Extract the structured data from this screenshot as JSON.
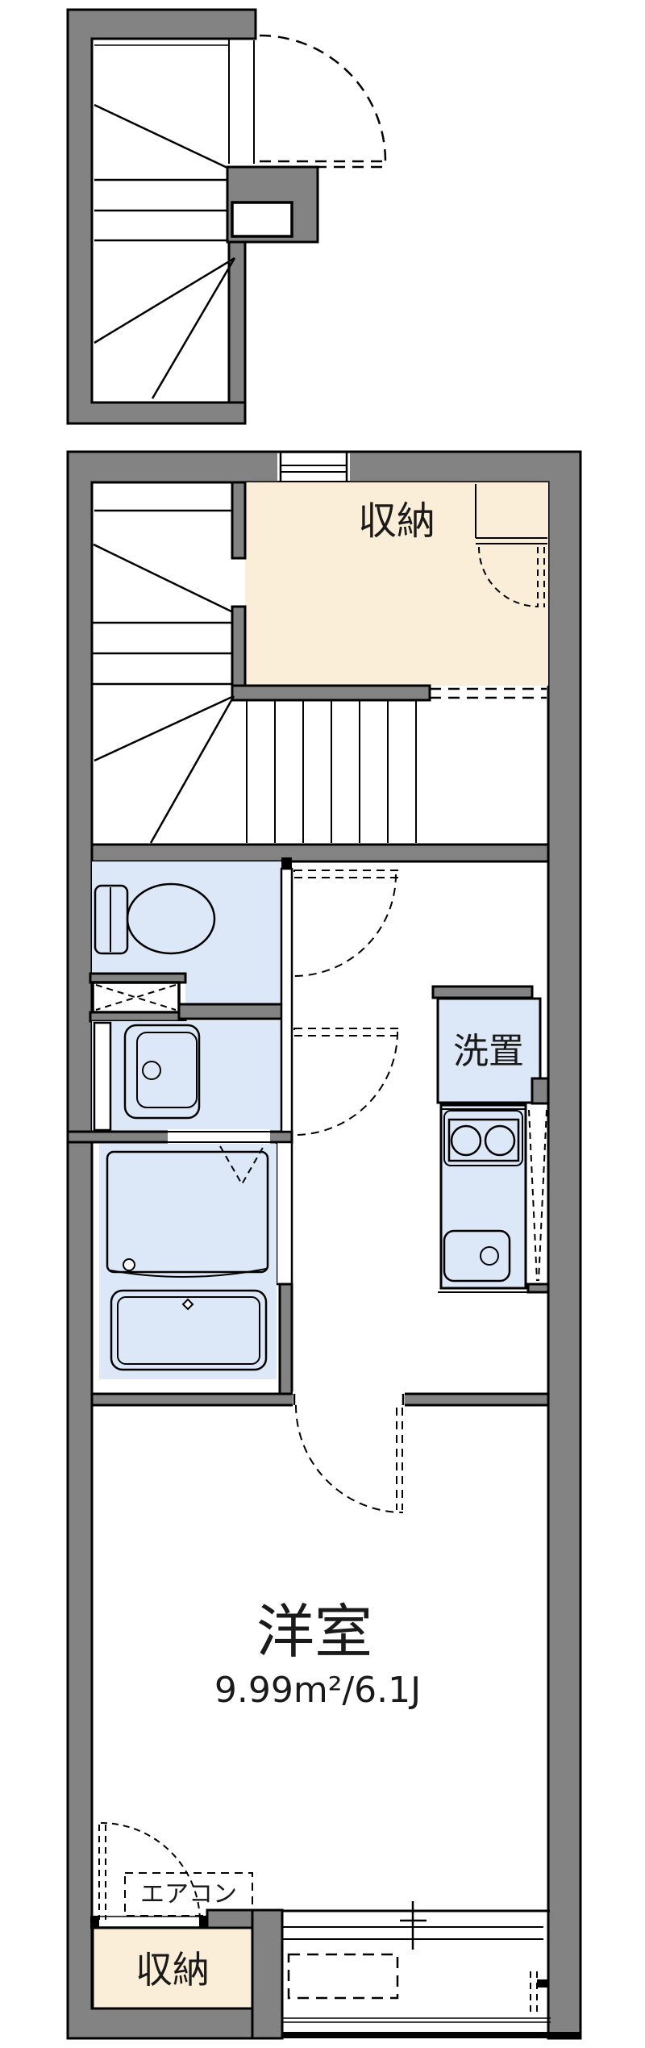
{
  "floor_plan": {
    "rooms": {
      "storage_top": {
        "label": "収納"
      },
      "laundry": {
        "label": "洗置"
      },
      "western_room": {
        "label": "洋室",
        "area": "9.99m²/6.1J"
      },
      "storage_bottom": {
        "label": "収納"
      }
    },
    "equipment": {
      "aircon": {
        "label": "エアコン"
      }
    }
  },
  "colors": {
    "wall": "#838383",
    "outline": "#000000",
    "wet_area": "#dce8f7",
    "closet": "#faeed8",
    "background": "#ffffff"
  }
}
